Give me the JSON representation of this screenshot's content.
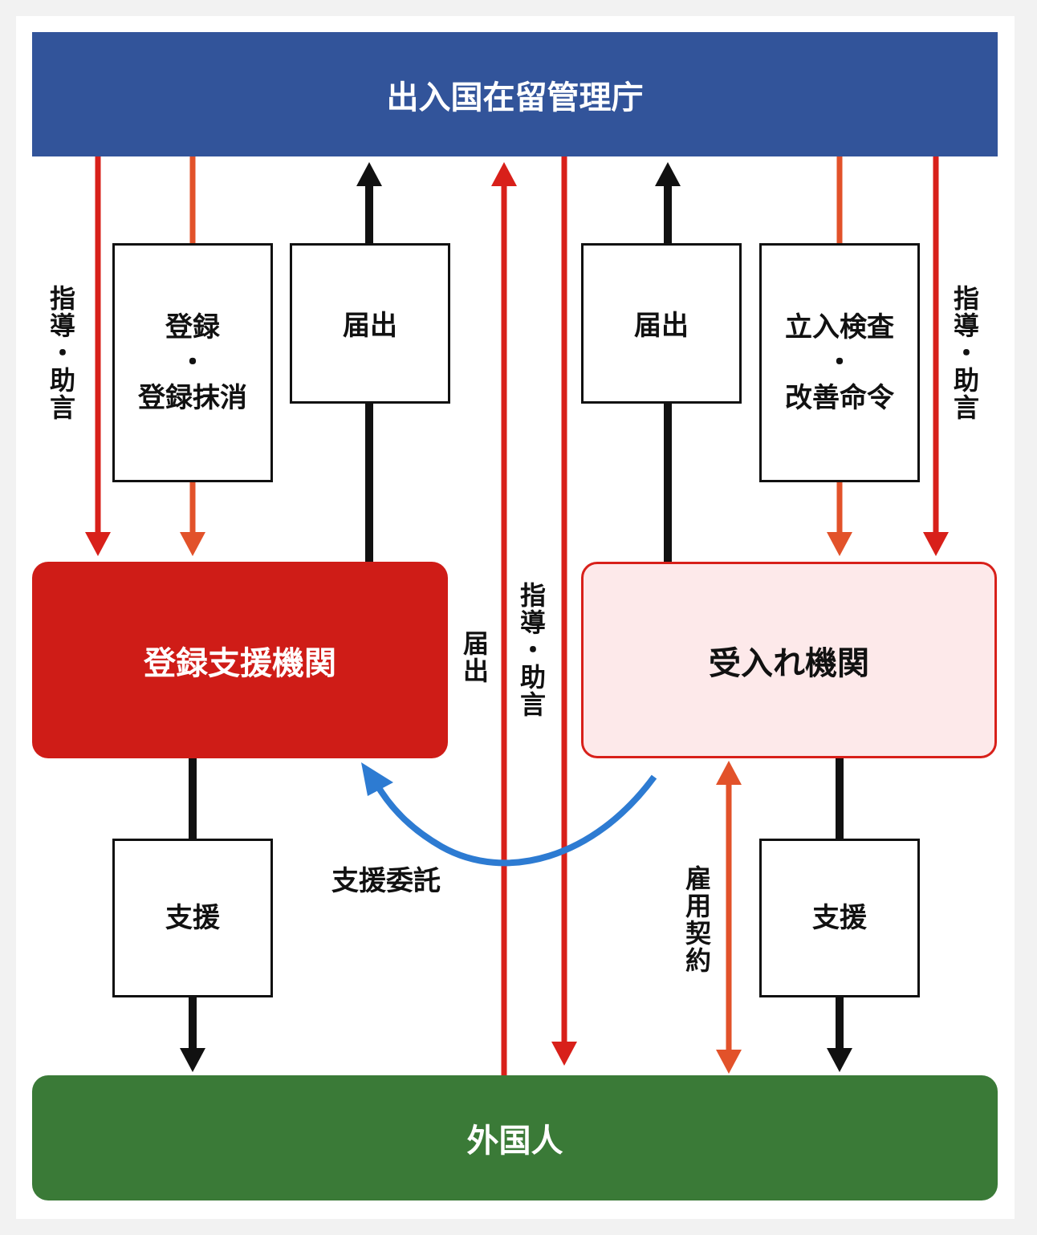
{
  "header": {
    "title": "出入国在留管理庁"
  },
  "footer": {
    "title": "外国人"
  },
  "registered_support_org": {
    "name": "登録支援機関"
  },
  "receiving_org": {
    "name": "受入れ機関"
  },
  "boxes": {
    "registration": {
      "line1": "登録",
      "sep": "・",
      "line2": "登録抹消"
    },
    "report_left": {
      "label": "届出"
    },
    "report_right": {
      "label": "届出"
    },
    "inspection": {
      "line1": "立入検査",
      "sep": "・",
      "line2": "改善命令"
    },
    "support_left": {
      "label": "支援"
    },
    "support_right": {
      "label": "支援"
    }
  },
  "labels": {
    "guidance_left": "指導・助言",
    "guidance_right": "指導・助言",
    "guidance_center": "指導・助言",
    "report_center": "届出",
    "support_entrust": "支援委託",
    "employment_contract": "雇用契約"
  },
  "colors": {
    "header_bg": "#32549a",
    "footer_bg": "#3a7a37",
    "registered_support_bg": "#cf1c17",
    "receiving_bg": "#fde9ea",
    "receiving_border": "#d8201a",
    "arrow_red": "#d8201a",
    "arrow_orange": "#e2522a",
    "arrow_black": "#111111",
    "arrow_blue": "#2d7bd2"
  }
}
